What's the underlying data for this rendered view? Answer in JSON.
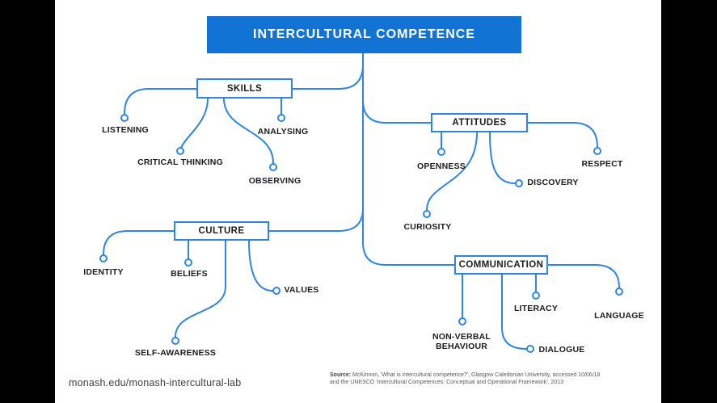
{
  "frame": {
    "background": "#000000",
    "content_background": "#ffffff"
  },
  "diagram": {
    "title": "INTERCULTURAL COMPETENCE",
    "colors": {
      "title_fill": "#1173d4",
      "line_blue": "#2e86de",
      "node_text": "#1c1c1c"
    },
    "branches": [
      {
        "label": "SKILLS",
        "children": [
          {
            "label": "LISTENING"
          },
          {
            "label": "CRITICAL THINKING"
          },
          {
            "label": "ANALYSING"
          },
          {
            "label": "OBSERVING"
          }
        ]
      },
      {
        "label": "ATTITUDES",
        "children": [
          {
            "label": "OPENNESS"
          },
          {
            "label": "CURIOSITY"
          },
          {
            "label": "DISCOVERY"
          },
          {
            "label": "RESPECT"
          }
        ]
      },
      {
        "label": "CULTURE",
        "children": [
          {
            "label": "IDENTITY"
          },
          {
            "label": "BELIEFS"
          },
          {
            "label": "VALUES"
          },
          {
            "label": "SELF-AWARENESS"
          }
        ]
      },
      {
        "label": "COMMUNICATION",
        "children": [
          {
            "label": "NON-VERBAL BEHAVIOUR"
          },
          {
            "label": "DIALOGUE"
          },
          {
            "label": "LITERACY"
          },
          {
            "label": "LANGUAGE"
          }
        ]
      }
    ]
  },
  "footer": {
    "website": "monash.edu/monash-intercultural-lab",
    "source_label": "Source:",
    "source_text_line1": " McKinnon, 'What is intercultural competence?', Glasgow Caledonian University, accessed 10/06/18",
    "source_text_line2": "and the UNESCO 'Intercultural Competences: Conceptual and Operational Framework', 2013"
  }
}
